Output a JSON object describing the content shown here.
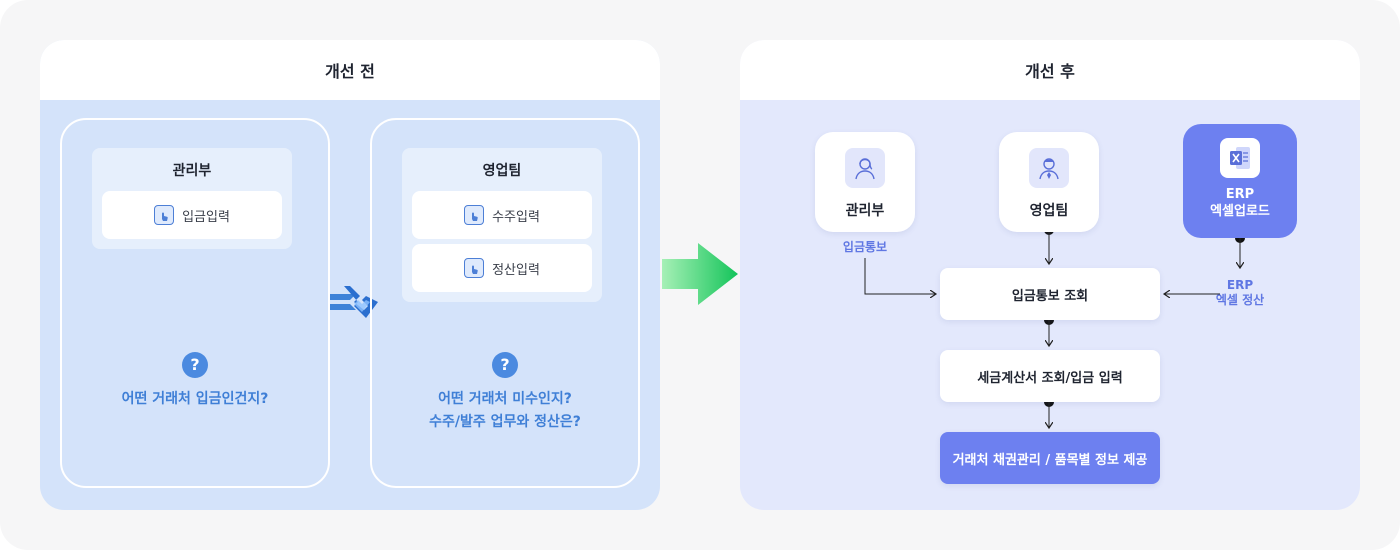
{
  "before": {
    "title": "개선 전",
    "columns": [
      {
        "team": "관리부",
        "tasks": [
          "입금입력"
        ],
        "question_mark": "?",
        "question_lines": [
          "어떤 거래처 입금인건지?"
        ]
      },
      {
        "team": "영업팀",
        "tasks": [
          "수주입력",
          "정산입력"
        ],
        "question_mark": "?",
        "question_lines": [
          "어떤 거래처 미수인지?",
          "수주/발주 업무와 정산은?"
        ]
      }
    ]
  },
  "after": {
    "title": "개선 후",
    "roles": {
      "admin": "관리부",
      "sales": "영업팀",
      "erp_line1": "ERP",
      "erp_line2": "엑셀업로드"
    },
    "labels": {
      "admin_flow": "입금통보",
      "erp_flow_line1": "ERP",
      "erp_flow_line2": "엑셀 정산"
    },
    "flow": [
      "입금통보 조회",
      "세금계산서 조회/입금 입력",
      "거래처 채권관리 / 품목별 정보 제공"
    ]
  },
  "icons": {
    "task": "touch-screen-icon",
    "question": "question-mark-icon",
    "admin": "female-user-icon",
    "sales": "male-user-icon",
    "erp": "excel-file-icon",
    "link": "disconnected-link-icon",
    "transition": "right-arrow-icon"
  },
  "colors": {
    "before_bg": "#d4e3fa",
    "after_bg": "#e3e8fc",
    "accent_blue": "#4b8ae0",
    "accent_purple": "#6d80f0",
    "arrow_green": "#2fcf6a"
  }
}
